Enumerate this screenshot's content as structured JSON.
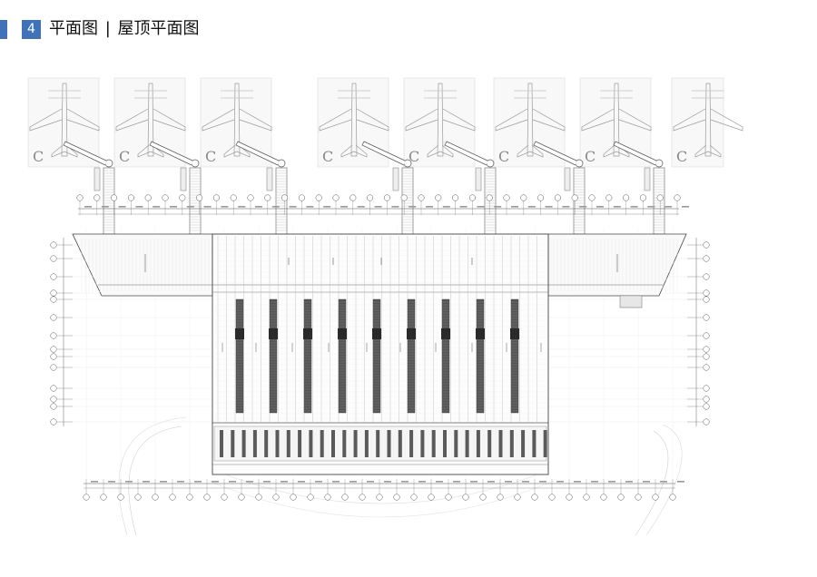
{
  "header": {
    "section_number": "4",
    "title_main": "平面图",
    "separator": "|",
    "title_sub": "屋顶平面图"
  },
  "colors": {
    "accent": "#3f72b9",
    "line": "#8a8a8a",
    "dark_line": "#444444"
  },
  "plan": {
    "aircraft_stand_label": "C",
    "icons": [
      "aircraft-icon",
      "jet-bridge-icon"
    ]
  }
}
